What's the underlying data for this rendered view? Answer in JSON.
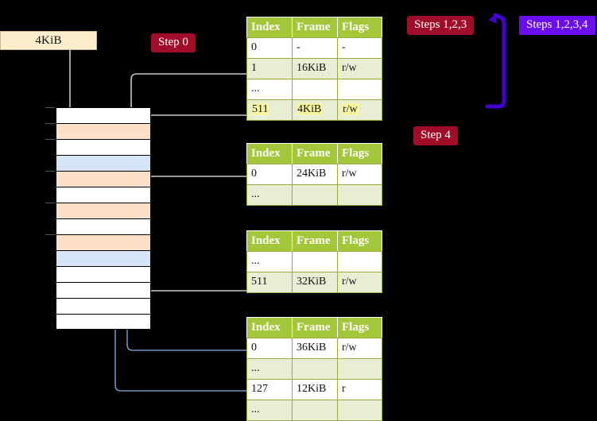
{
  "diagram": {
    "title_sizebox": "4KiB",
    "badges": [
      {
        "label": "Step 0",
        "color": "#a10d28",
        "style": "red"
      },
      {
        "label": "Steps 1,2,3",
        "color": "#a10d28",
        "style": "red"
      },
      {
        "label": "Steps 1,2,3,4",
        "color": "#6a0df0",
        "style": "violet"
      },
      {
        "label": "Step 4",
        "color": "#a10d28",
        "style": "red"
      }
    ],
    "colors": {
      "header_green": "#a4c639",
      "row_alt_green": "#e8eed4",
      "highlight_yellow": "#fbf7a0",
      "mem_orange": "#fce0c8",
      "mem_blue": "#d6e6f7",
      "mem_white": "#ffffff",
      "sizebox_cream": "#fdeecd",
      "wire_gray": "#b3b3b3",
      "wire_blue": "#6f92bf",
      "badge_red": "#a10d28",
      "badge_violet": "#6a0df0"
    },
    "columns": [
      "Index",
      "Frame",
      "Flags"
    ],
    "tables": [
      {
        "id": "level4-table",
        "rows": [
          {
            "index": "0",
            "frame": "-",
            "flags": "-",
            "shade": "plain",
            "highlight": false
          },
          {
            "index": "1",
            "frame": "16KiB",
            "flags": "r/w",
            "shade": "alt",
            "highlight": false
          },
          {
            "index": "...",
            "frame": "",
            "flags": "",
            "shade": "plain",
            "highlight": false
          },
          {
            "index": "511",
            "frame": "4KiB",
            "flags": "r/w",
            "shade": "alt",
            "highlight": true
          }
        ]
      },
      {
        "id": "level3-table",
        "rows": [
          {
            "index": "0",
            "frame": "24KiB",
            "flags": "r/w",
            "shade": "plain",
            "highlight": false
          },
          {
            "index": "...",
            "frame": "",
            "flags": "",
            "shade": "alt",
            "highlight": false
          }
        ]
      },
      {
        "id": "level2-table",
        "rows": [
          {
            "index": "...",
            "frame": "",
            "flags": "",
            "shade": "plain",
            "highlight": false
          },
          {
            "index": "511",
            "frame": "32KiB",
            "flags": "r/w",
            "shade": "alt",
            "highlight": false
          }
        ]
      },
      {
        "id": "level1-table",
        "rows": [
          {
            "index": "0",
            "frame": "36KiB",
            "flags": "r/w",
            "shade": "plain",
            "highlight": false
          },
          {
            "index": "...",
            "frame": "",
            "flags": "",
            "shade": "alt",
            "highlight": false
          },
          {
            "index": "127",
            "frame": "12KiB",
            "flags": "r",
            "shade": "plain",
            "highlight": false
          },
          {
            "index": "...",
            "frame": "",
            "flags": "",
            "shade": "alt",
            "highlight": false
          }
        ]
      }
    ],
    "memory_frames": [
      {
        "fill": "white",
        "tick": true
      },
      {
        "fill": "orange",
        "tick": true
      },
      {
        "fill": "white",
        "tick": true
      },
      {
        "fill": "blue",
        "tick": false
      },
      {
        "fill": "orange",
        "tick": true
      },
      {
        "fill": "white",
        "tick": false
      },
      {
        "fill": "orange",
        "tick": true
      },
      {
        "fill": "white",
        "tick": false
      },
      {
        "fill": "orange",
        "tick": true
      },
      {
        "fill": "blue",
        "tick": false
      },
      {
        "fill": "white",
        "tick": false
      },
      {
        "fill": "white",
        "tick": false
      },
      {
        "fill": "white",
        "tick": false
      },
      {
        "fill": "white",
        "tick": false
      }
    ]
  }
}
